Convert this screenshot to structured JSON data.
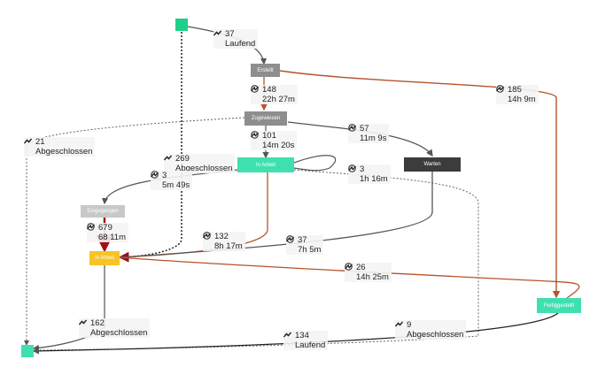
{
  "nodes": {
    "start": "",
    "erstellt": "Erstellt",
    "zugewiesen": "Zugewiesen",
    "in_arbeit_top": "In Arbeit",
    "warten": "Warten",
    "eingegangen": "Eingegangen",
    "in_arbeit": "In Arbeit",
    "fertiggestellt": "Fertiggestellt",
    "end": ""
  },
  "colors": {
    "start": "#1fd08a",
    "end": "#3fe0b0",
    "gray_node": "#8e8e8e",
    "light_gray_node": "#c8c8c8",
    "dark_node": "#3c3c3c",
    "teal_node": "#3fe0b0",
    "yellow_node": "#f7c325",
    "edge_orange": "#b5532a",
    "edge_gray": "#555555",
    "edge_dark": "#222222",
    "edge_red": "#a01010"
  },
  "icons": {
    "count": "trend-icon",
    "time": "clock-icon"
  },
  "edges": [
    {
      "id": "e1",
      "count": "37",
      "status": "Laufend"
    },
    {
      "id": "e2",
      "count": "148",
      "time": "22h 27m"
    },
    {
      "id": "e3",
      "count": "185",
      "time": "14h 9m"
    },
    {
      "id": "e4",
      "count": "21",
      "status": "Abgeschlossen"
    },
    {
      "id": "e5",
      "count": "101",
      "time": "14m 20s"
    },
    {
      "id": "e6",
      "count": "57",
      "time": "11m 9s"
    },
    {
      "id": "e7",
      "count": "269",
      "status": "Abgeschlossen"
    },
    {
      "id": "e8",
      "count": "3",
      "time": "1h 16m"
    },
    {
      "id": "e9",
      "count": "3",
      "time": "5m 49s"
    },
    {
      "id": "e10",
      "count": "679",
      "time": "68 11m"
    },
    {
      "id": "e11",
      "count": "132",
      "time": "8h 17m"
    },
    {
      "id": "e12",
      "count": "37",
      "time": "7h 5m"
    },
    {
      "id": "e13",
      "count": "26",
      "time": "14h 25m"
    },
    {
      "id": "e14",
      "count": "162",
      "status": "Abgeschlossen"
    },
    {
      "id": "e15",
      "count": "9",
      "status": "Abgeschlossen"
    },
    {
      "id": "e16",
      "count": "134",
      "status": "Laufend"
    }
  ]
}
